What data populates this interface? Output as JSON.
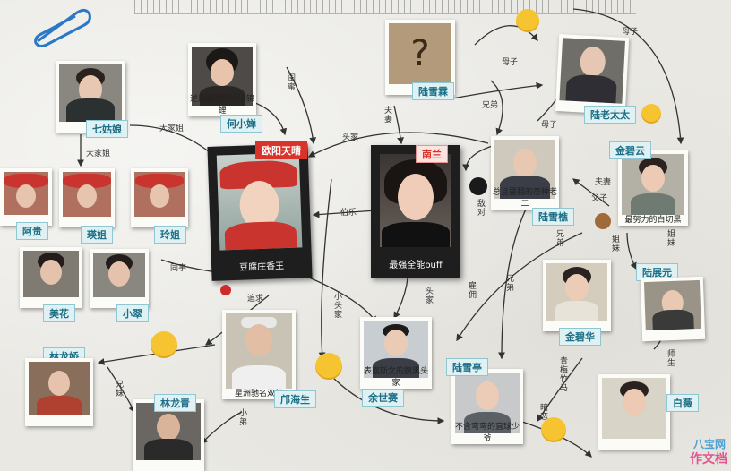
{
  "people": {
    "ouyang": {
      "name": "欧阳天晴",
      "subtitle": "豆腐庄香王"
    },
    "nanlan": {
      "name": "南兰",
      "subtitle": "最强全能buff"
    },
    "luxuelin": {
      "name": "陆雪霖"
    },
    "lulao": {
      "name": "陆老太太"
    },
    "qigu": {
      "name": "七姑娘"
    },
    "hexiaochan": {
      "name": "何小婵",
      "caption": "逆风翻盘的人间锦鲤"
    },
    "luxueqiao": {
      "name": "陆雪樵",
      "caption": "总且要翻的怨种老二"
    },
    "jinbiyun": {
      "name": "金碧云",
      "caption": "最努力的白切黑"
    },
    "afu": {
      "name": "阿贵"
    },
    "jiejie": {
      "name": "瑛姐"
    },
    "lingjie": {
      "name": "玲姐"
    },
    "meihua": {
      "name": "美花"
    },
    "xiaocui": {
      "name": "小翠"
    },
    "luzhanyuan": {
      "name": "陆展元"
    },
    "jinbihua": {
      "name": "金碧华"
    },
    "lulongjiao": {
      "name": "林龙娇"
    },
    "linlongqing": {
      "name": "林龙青"
    },
    "haisheng": {
      "name": "邝海生",
      "caption": "星洲驰名双标"
    },
    "yushisai": {
      "name": "余世赛",
      "caption": "表面斯文的腹黑头家"
    },
    "luxueting": {
      "name": "陆雪亭",
      "caption": "不含弯弯的直球少爷"
    },
    "baiwei": {
      "name": "白薇"
    }
  },
  "relations": {
    "muzi1": "母子",
    "muzi2": "母子",
    "muzi3": "母子",
    "xiongdi1": "兄弟",
    "xiongdi2": "兄弟",
    "fuqi1": "夫妻",
    "fuqi2": "夫妻",
    "fuzi": "父子",
    "guimi": "闺蜜",
    "dajiajie1": "大家姐",
    "dajiajie2": "大家姐",
    "toujia1": "头家",
    "toujia2": "头家",
    "bole": "伯乐",
    "tongshi": "同事",
    "zhuiqiu": "追求",
    "xiaotoujia": "小头家",
    "xiongmei": "兄妹",
    "xiaodi": "小弟",
    "gugu": "雇佣",
    "didui": "敌对",
    "jiejie": "姐妹",
    "yumen": "姐妹",
    "qingmei": "青梅竹马",
    "shisheng": "师生",
    "anlian": "暗恋",
    "xiongdi3": "兄弟"
  },
  "watermark": {
    "line1": "八宝网",
    "line2": "作文档"
  }
}
